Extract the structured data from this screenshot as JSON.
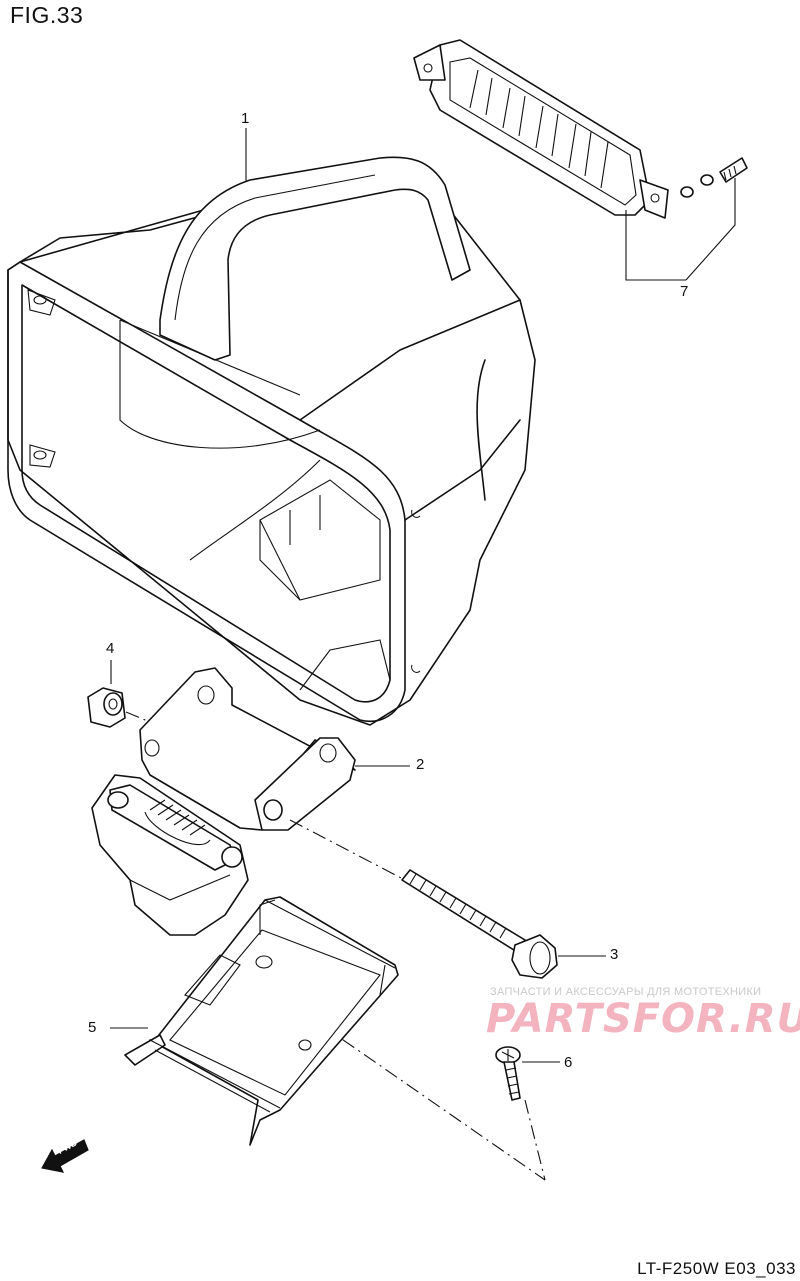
{
  "figure_title": "FIG.33",
  "callouts": {
    "p1": "1",
    "p2": "2",
    "p3": "3",
    "p4": "4",
    "p5": "5",
    "p6": "6",
    "p7": "7"
  },
  "fwd_label": "FWD",
  "watermark": {
    "tagline": "ЗАПЧАСТИ И АКСЕССУАРЫ ДЛЯ МОТОТЕХНИКИ",
    "logo": "PARTSFOR.RU"
  },
  "footer_code": "LT-F250W E03_033"
}
